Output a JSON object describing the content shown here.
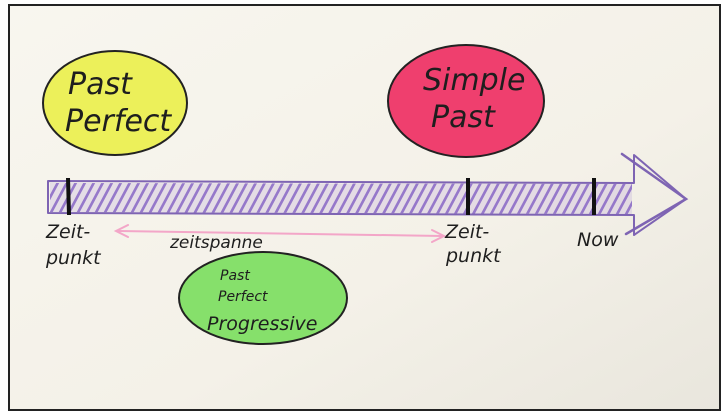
{
  "ovals": {
    "past_perfect": {
      "line1": "Past",
      "line2": "Perfect",
      "color": "#ecf05a"
    },
    "simple_past": {
      "line1": "Simple",
      "line2": "Past",
      "color": "#ef3f6e"
    },
    "past_perfect_progressive": {
      "line1": "Past",
      "line2": "Perfect",
      "line3": "Progressive",
      "color": "#86e06b"
    }
  },
  "timeline": {
    "band_color": "#9a7cd0",
    "markers": {
      "left": {
        "line1": "Zeit-",
        "line2": "punkt"
      },
      "middle": {
        "line1": "Zeit-",
        "line2": "punkt"
      },
      "now": {
        "label": "Now"
      }
    },
    "span": {
      "label": "zeitspanne",
      "color": "#f3a6c8"
    }
  }
}
